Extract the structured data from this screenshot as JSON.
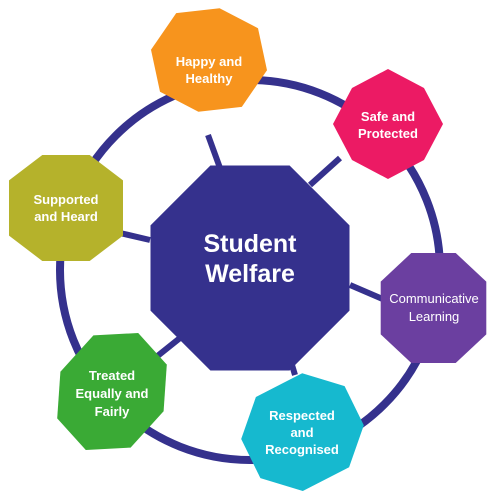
{
  "center": {
    "line1": "Student",
    "line2": "Welfare",
    "color": "#35318d"
  },
  "ring_color": "#35318d",
  "nodes": [
    {
      "id": "happy",
      "lines": [
        "Happy and",
        "Healthy"
      ],
      "color": "#f7941d"
    },
    {
      "id": "safe",
      "lines": [
        "Safe and",
        "Protected"
      ],
      "color": "#ec1a64"
    },
    {
      "id": "communicative",
      "lines": [
        "Communicative",
        "Learning"
      ],
      "color": "#6b3fa0"
    },
    {
      "id": "respected",
      "lines": [
        "Respected",
        "and",
        "Recognised"
      ],
      "color": "#16b9cf"
    },
    {
      "id": "treated",
      "lines": [
        "Treated",
        "Equally and",
        "Fairly"
      ],
      "color": "#3aaa35"
    },
    {
      "id": "supported",
      "lines": [
        "Supported",
        "and Heard"
      ],
      "color": "#b5b22b"
    }
  ]
}
